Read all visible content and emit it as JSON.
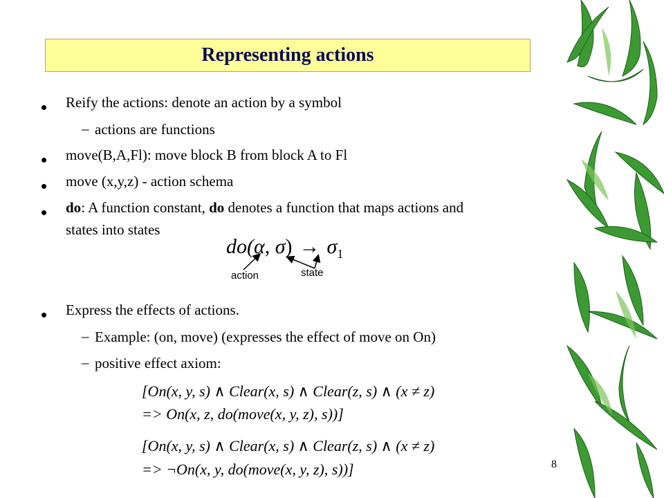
{
  "title": "Representing actions",
  "bullets": [
    "Reify the actions: denote  an action by a symbol",
    "actions are functions",
    "move(B,A,Fl):  move block B from block A to Fl",
    "move (x,y,z) - action schema",
    "do",
    ": A function constant, ",
    "do",
    " denotes a function that maps actions and",
    "states into states",
    "Express the effects of actions.",
    "Example: (on, move) (expresses the effect of move on On)",
    "positive effect axiom:"
  ],
  "formula_do": {
    "lhs": "do(",
    "alpha": "α",
    "comma": ", ",
    "sigma": "σ",
    "rparen": ")",
    "arrow": "→",
    "sigma1": "σ",
    "sub1": "1"
  },
  "labels": {
    "action": "action",
    "state": "state"
  },
  "axiom1": {
    "line1": "[On(x, y, s) ∧ Clear(x, s) ∧ Clear(z, s) ∧ (x ≠ z)",
    "line2": "=> On(x, z, do(move(x, y, z), s))]"
  },
  "axiom2": {
    "line1": "[On(x, y, s) ∧ Clear(x, s) ∧ Clear(z, s) ∧ (x ≠ z)",
    "line2": "=> ¬On(x, y, do(move(x, y, z), s))]"
  },
  "page_number": "8",
  "colors": {
    "title_bg": "#ffff99",
    "title_text": "#0a0a55",
    "bamboo": "#2e8b2e"
  }
}
